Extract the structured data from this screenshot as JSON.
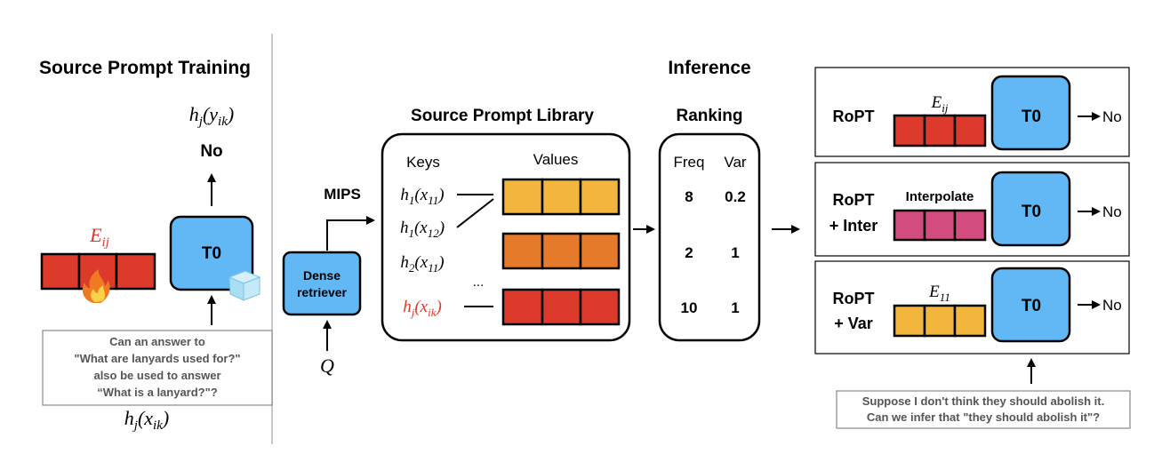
{
  "colors": {
    "red": "#dc3a2b",
    "orange": "#e67a2b",
    "yellow": "#f2b63c",
    "pink": "#d24c80",
    "blue": "#61b8f5",
    "accent_text": "#d93a2b",
    "gray_text": "#555555"
  },
  "left_panel": {
    "title": "Source Prompt Training",
    "output_expr": "h",
    "output_sub": "j",
    "output_arg": "(y",
    "output_arg_sub": "ik",
    "output_close": ")",
    "output_label": "No",
    "prompt_label": "E",
    "prompt_label_sub": "ij",
    "model_label": "T0",
    "fire_icon": "flame-icon",
    "ice_icon": "ice-cube-icon",
    "input_lines": [
      "Can an answer to",
      "\"What are lanyards used for?\"",
      "also be used to answer",
      "“What is a lanyard?\"?"
    ],
    "input_expr": "h",
    "input_sub": "j",
    "input_arg": "(x",
    "input_arg_sub": "ik",
    "input_close": ")"
  },
  "middle": {
    "section_title": "Inference",
    "library_title": "Source Prompt Library",
    "ranking_title": "Ranking",
    "mips_label": "MIPS",
    "retriever_line1": "Dense",
    "retriever_line2": "retriever",
    "query_label": "Q",
    "keys_header": "Keys",
    "values_header": "Values",
    "keys": [
      {
        "h": "h",
        "hsub": "1",
        "x": "(x",
        "xsub": "11",
        "close": ")"
      },
      {
        "h": "h",
        "hsub": "1",
        "x": "(x",
        "xsub": "12",
        "close": ")"
      },
      {
        "h": "h",
        "hsub": "2",
        "x": "(x",
        "xsub": "11",
        "close": ")"
      },
      {
        "h": "h",
        "hsub": "j",
        "x": "(x",
        "xsub": "ik",
        "close": ")"
      }
    ],
    "ellipsis": "...",
    "freq_header": "Freq",
    "var_header": "Var",
    "ranking_rows": [
      {
        "freq": "8",
        "var": "0.2"
      },
      {
        "freq": "2",
        "var": "1"
      },
      {
        "freq": "10",
        "var": "1"
      }
    ]
  },
  "right_panel": {
    "rows": [
      {
        "line1": "RoPT",
        "line2": "",
        "prompt_label": "E",
        "prompt_sub": "ij",
        "prompt_plain": "",
        "model": "T0",
        "output": "No"
      },
      {
        "line1": "RoPT",
        "line2": "+ Inter",
        "prompt_label": "",
        "prompt_sub": "",
        "prompt_plain": "Interpolate",
        "model": "T0",
        "output": "No"
      },
      {
        "line1": "RoPT",
        "line2": "+ Var",
        "prompt_label": "E",
        "prompt_sub": "11",
        "prompt_plain": "",
        "model": "T0",
        "output": "No"
      }
    ],
    "input_lines": [
      "Suppose I don't think they should abolish it.",
      "Can we infer that \"they should abolish it\"?"
    ]
  }
}
